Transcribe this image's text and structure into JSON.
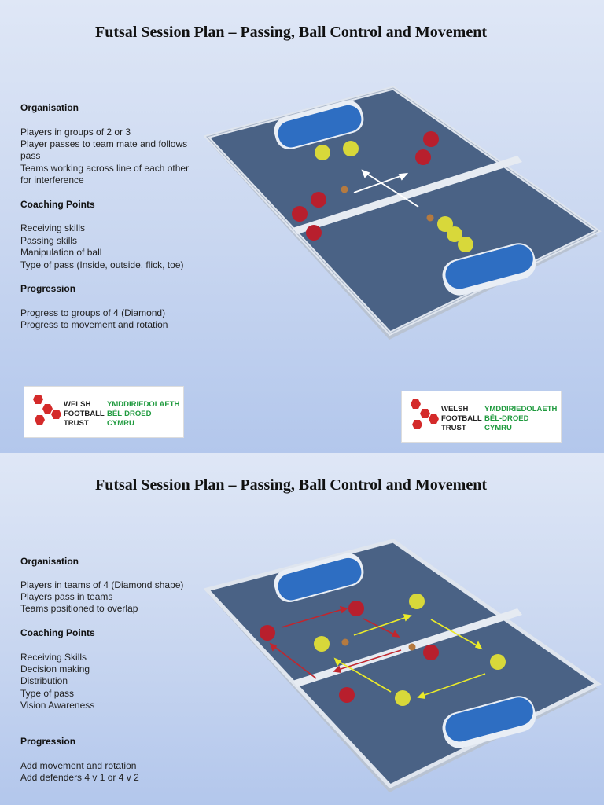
{
  "slide1": {
    "title": "Futsal Session Plan – Passing, Ball Control and Movement",
    "organisation_heading": "Organisation",
    "organisation_lines": [
      "Players in groups of 2 or 3",
      "Player passes to team mate and follows",
      "pass",
      "Teams working across line of each other",
      "for interference"
    ],
    "coaching_heading": "Coaching Points",
    "coaching_lines": [
      "Receiving skills",
      "Passing skills",
      "Manipulation of ball",
      "Type of pass (Inside, outside, flick, toe)"
    ],
    "progression_heading": "Progression",
    "progression_lines": [
      "Progress to groups of 4 (Diamond)",
      "Progress to movement and rotation"
    ]
  },
  "slide2": {
    "title": "Futsal Session Plan – Passing, Ball Control and Movement",
    "organisation_heading": "Organisation",
    "organisation_lines": [
      "Players in teams of 4 (Diamond shape)",
      "Players pass in teams",
      "Teams positioned to overlap"
    ],
    "coaching_heading": "Coaching Points",
    "coaching_lines": [
      "Receiving Skills",
      "Decision making",
      "Distribution",
      "Type of pass",
      "Vision Awareness"
    ],
    "progression_heading": "Progression",
    "progression_lines": [
      "Add movement and rotation",
      "Add defenders 4 v 1 or 4 v 2"
    ]
  },
  "logo": {
    "line1_en": "WELSH",
    "line2_en": "FOOTBALL",
    "line3_en": "TRUST",
    "line1_cy": "YMDDIRIEDOLAETH",
    "line2_cy": "BÊL-DROED",
    "line3_cy": "CYMRU"
  },
  "colors": {
    "red_player": "#b8202e",
    "yellow_player": "#d6d636",
    "pitch": "#3f5577",
    "goal": "#2f6fc4",
    "logo_red": "#d42a2a",
    "logo_green": "#1f9a3e"
  }
}
